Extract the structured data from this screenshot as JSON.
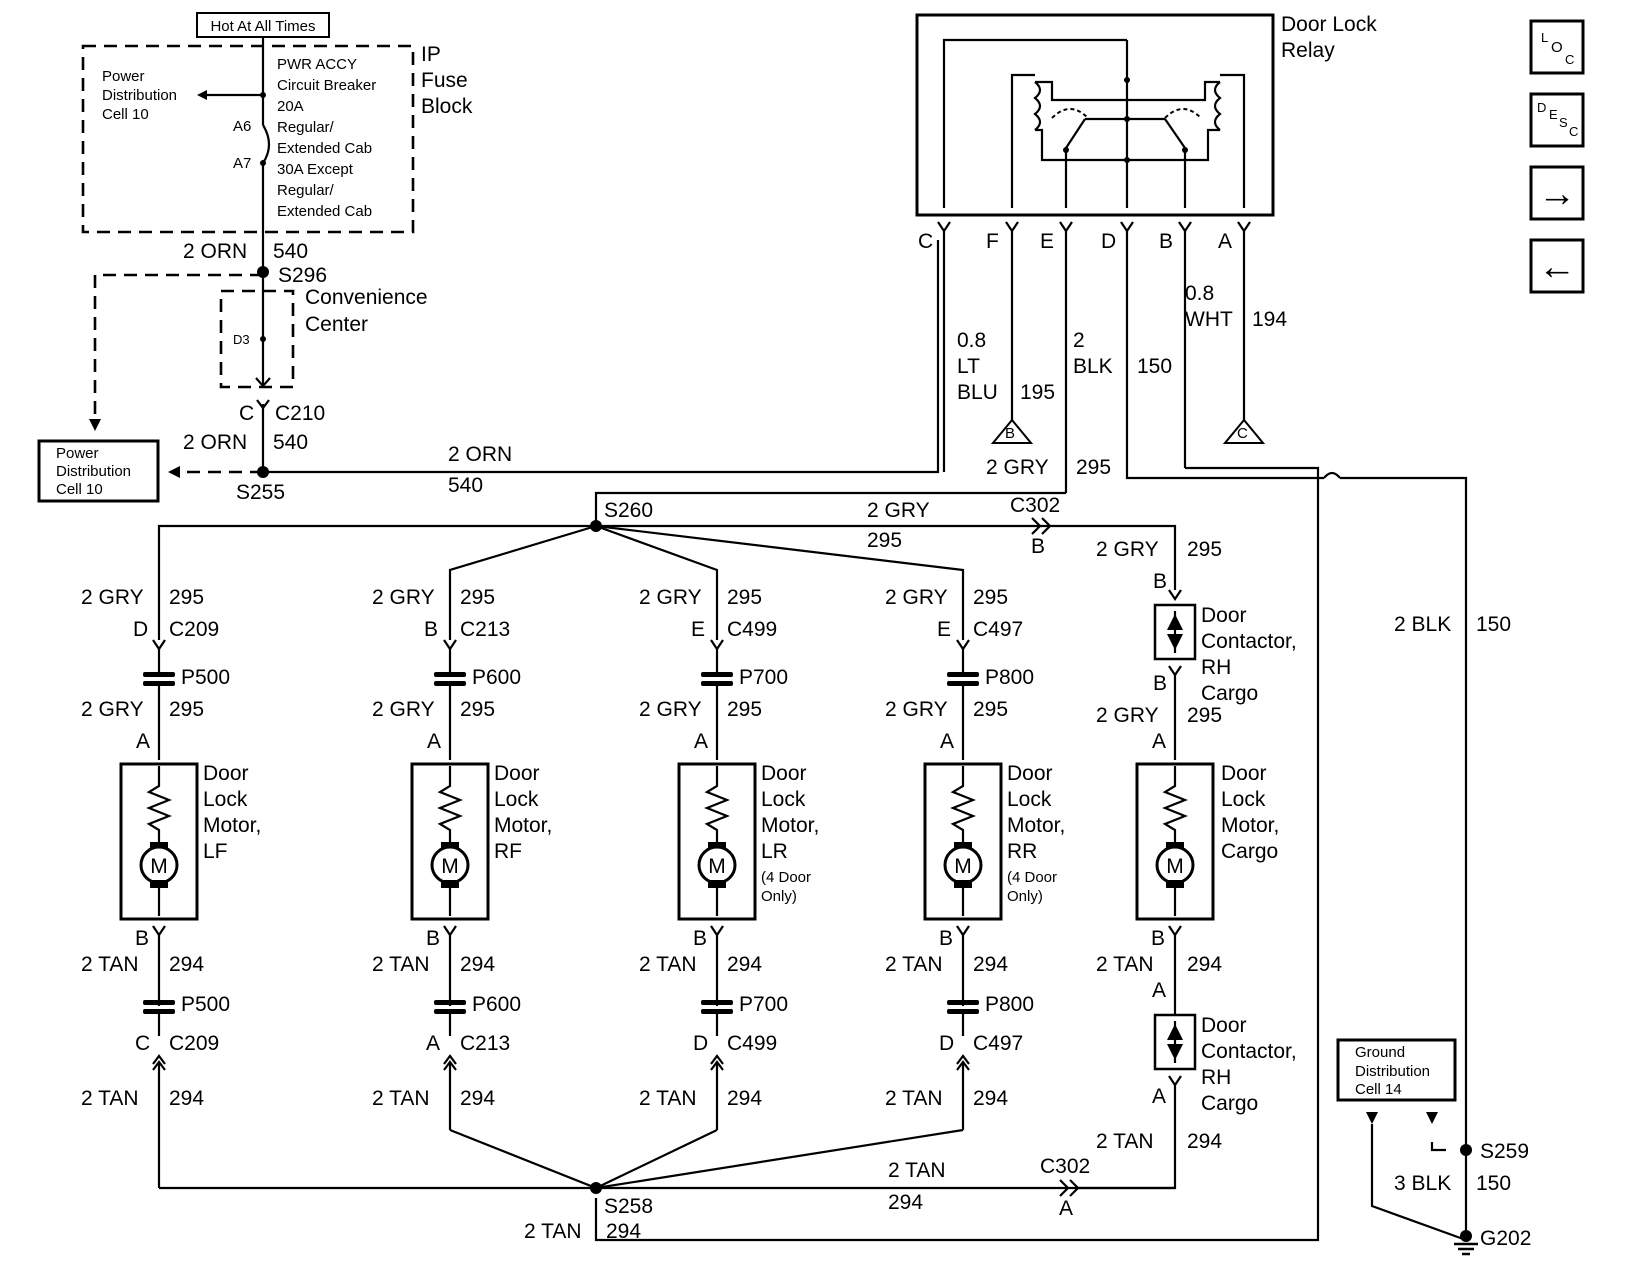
{
  "hot_label": "Hot At All Times",
  "fuse_block": {
    "name": [
      "IP",
      "Fuse",
      "Block"
    ],
    "breaker": [
      "PWR ACCY",
      "Circuit Breaker",
      "20A",
      "Regular/",
      "Extended Cab",
      "30A Except",
      "Regular/",
      "Extended Cab"
    ],
    "pin_in": "A6",
    "pin_out": "A7",
    "power_ref": [
      "Power",
      "Distribution",
      "Cell 10"
    ]
  },
  "feed": {
    "wire1": "2 ORN",
    "num1": "540",
    "splice1": "S296",
    "convenience": [
      "Convenience",
      "Center"
    ],
    "pin_d3": "D3",
    "conn_c": "C",
    "conn_c210": "C210",
    "wire2": "2 ORN",
    "num2": "540",
    "splice2": "S255",
    "power_ref2": [
      "Power",
      "Distribution",
      "Cell 10"
    ],
    "wire3": "2 ORN",
    "num3": "540"
  },
  "relay": {
    "title": [
      "Door Lock",
      "Relay"
    ],
    "pins": [
      "C",
      "F",
      "E",
      "D",
      "B",
      "A"
    ],
    "c_wire": [
      "0.8",
      "LT",
      "BLU"
    ],
    "c_num": "195",
    "e_wire": [
      "2",
      "BLK"
    ],
    "e_num": "150",
    "b_wire": [
      "0.8",
      "WHT"
    ],
    "b_num": "194",
    "ref_b": "B",
    "ref_c": "C",
    "gry_wire": "2 GRY",
    "gry_num": "295"
  },
  "nav": {
    "loc": [
      "L",
      "O",
      "C"
    ],
    "desc": [
      "D",
      "E",
      "S",
      "C"
    ],
    "next": "→",
    "prev": "←"
  },
  "bus": {
    "splice_gry": "S260",
    "wire_gry": "2 GRY",
    "num_gry": "295",
    "c302": "C302",
    "c302_pin_b": "B",
    "splice_tan": "S258",
    "wire_tan": "2 TAN",
    "num_tan": "294",
    "c302_b": "C302",
    "c302_pin_a": "A",
    "bottom_wire": "2 TAN",
    "bottom_num": "294"
  },
  "motors": [
    {
      "gry": "2 GRY",
      "gnum": "295",
      "pin_top": "D",
      "conn_top": "C209",
      "p": "P500",
      "pin_a": "A",
      "name": [
        "Door",
        "Lock",
        "Motor,",
        "LF"
      ],
      "note": [],
      "pin_b": "B",
      "tan": "2 TAN",
      "tnum": "294",
      "pin_bot": "C",
      "conn_bot": "C209"
    },
    {
      "gry": "2 GRY",
      "gnum": "295",
      "pin_top": "B",
      "conn_top": "C213",
      "p": "P600",
      "pin_a": "A",
      "name": [
        "Door",
        "Lock",
        "Motor,",
        "RF"
      ],
      "note": [],
      "pin_b": "B",
      "tan": "2 TAN",
      "tnum": "294",
      "pin_bot": "A",
      "conn_bot": "C213"
    },
    {
      "gry": "2 GRY",
      "gnum": "295",
      "pin_top": "E",
      "conn_top": "C499",
      "p": "P700",
      "pin_a": "A",
      "name": [
        "Door",
        "Lock",
        "Motor,",
        "LR"
      ],
      "note": [
        "(4 Door",
        "Only)"
      ],
      "pin_b": "B",
      "tan": "2 TAN",
      "tnum": "294",
      "pin_bot": "D",
      "conn_bot": "C499"
    },
    {
      "gry": "2 GRY",
      "gnum": "295",
      "pin_top": "E",
      "conn_top": "C497",
      "p": "P800",
      "pin_a": "A",
      "name": [
        "Door",
        "Lock",
        "Motor,",
        "RR"
      ],
      "note": [
        "(4 Door",
        "Only)"
      ],
      "pin_b": "B",
      "tan": "2 TAN",
      "tnum": "294",
      "pin_bot": "D",
      "conn_bot": "C497"
    }
  ],
  "cargo": {
    "gry_top": "2 GRY",
    "num_top": "295",
    "contactor_top": [
      "Door",
      "Contactor,",
      "RH",
      "Cargo"
    ],
    "pin_b1": "B",
    "pin_b2": "B",
    "gry_mid": "2 GRY",
    "num_mid": "295",
    "pin_a": "A",
    "motor": [
      "Door",
      "Lock",
      "Motor,",
      "Cargo"
    ],
    "motor_letter": "M",
    "pin_b3": "B",
    "tan_mid": "2 TAN",
    "num_mid2": "294",
    "pin_a2": "A",
    "contactor_bot": [
      "Door",
      "Contactor,",
      "RH",
      "Cargo"
    ],
    "pin_a3": "A",
    "tan_bot": "2 TAN",
    "num_bot": "294"
  },
  "ground": {
    "wire1": "2 BLK",
    "num1": "150",
    "ref": [
      "Ground",
      "Distribution",
      "Cell 14"
    ],
    "splice": "S259",
    "wire2": "3 BLK",
    "num2": "150",
    "ground": "G202"
  },
  "motor_letter": "M"
}
